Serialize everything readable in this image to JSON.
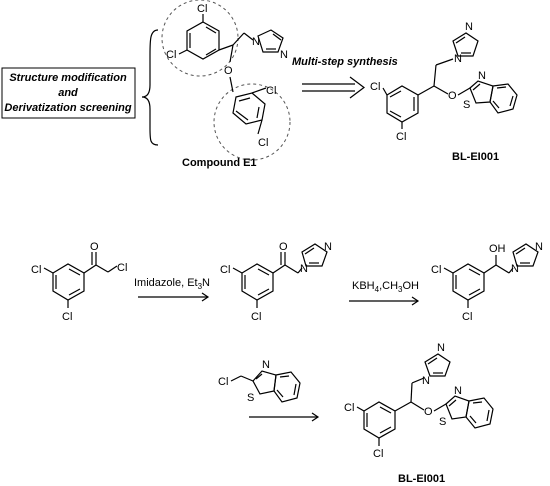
{
  "top": {
    "left_box": {
      "line1": "Structure modification",
      "line2": "and",
      "line3": "Derivatization screening"
    },
    "arrow_label": "Multi-step synthesis",
    "compound_e1_label": "Compound E1",
    "product_label": "BL-EI001"
  },
  "atoms": {
    "cl": "Cl",
    "o": "O",
    "oh": "OH",
    "n": "N",
    "s": "S"
  },
  "scheme": {
    "step1_reagents": "Imidazole, Et",
    "step1_sub": "3",
    "step1_tail": "N",
    "step2_reagents_kbh": "KBH",
    "step2_sub": "4",
    "step2_tail": ",CH",
    "step2_sub2": "3",
    "step2_end": "OH",
    "final_label": "BL-EI001"
  }
}
